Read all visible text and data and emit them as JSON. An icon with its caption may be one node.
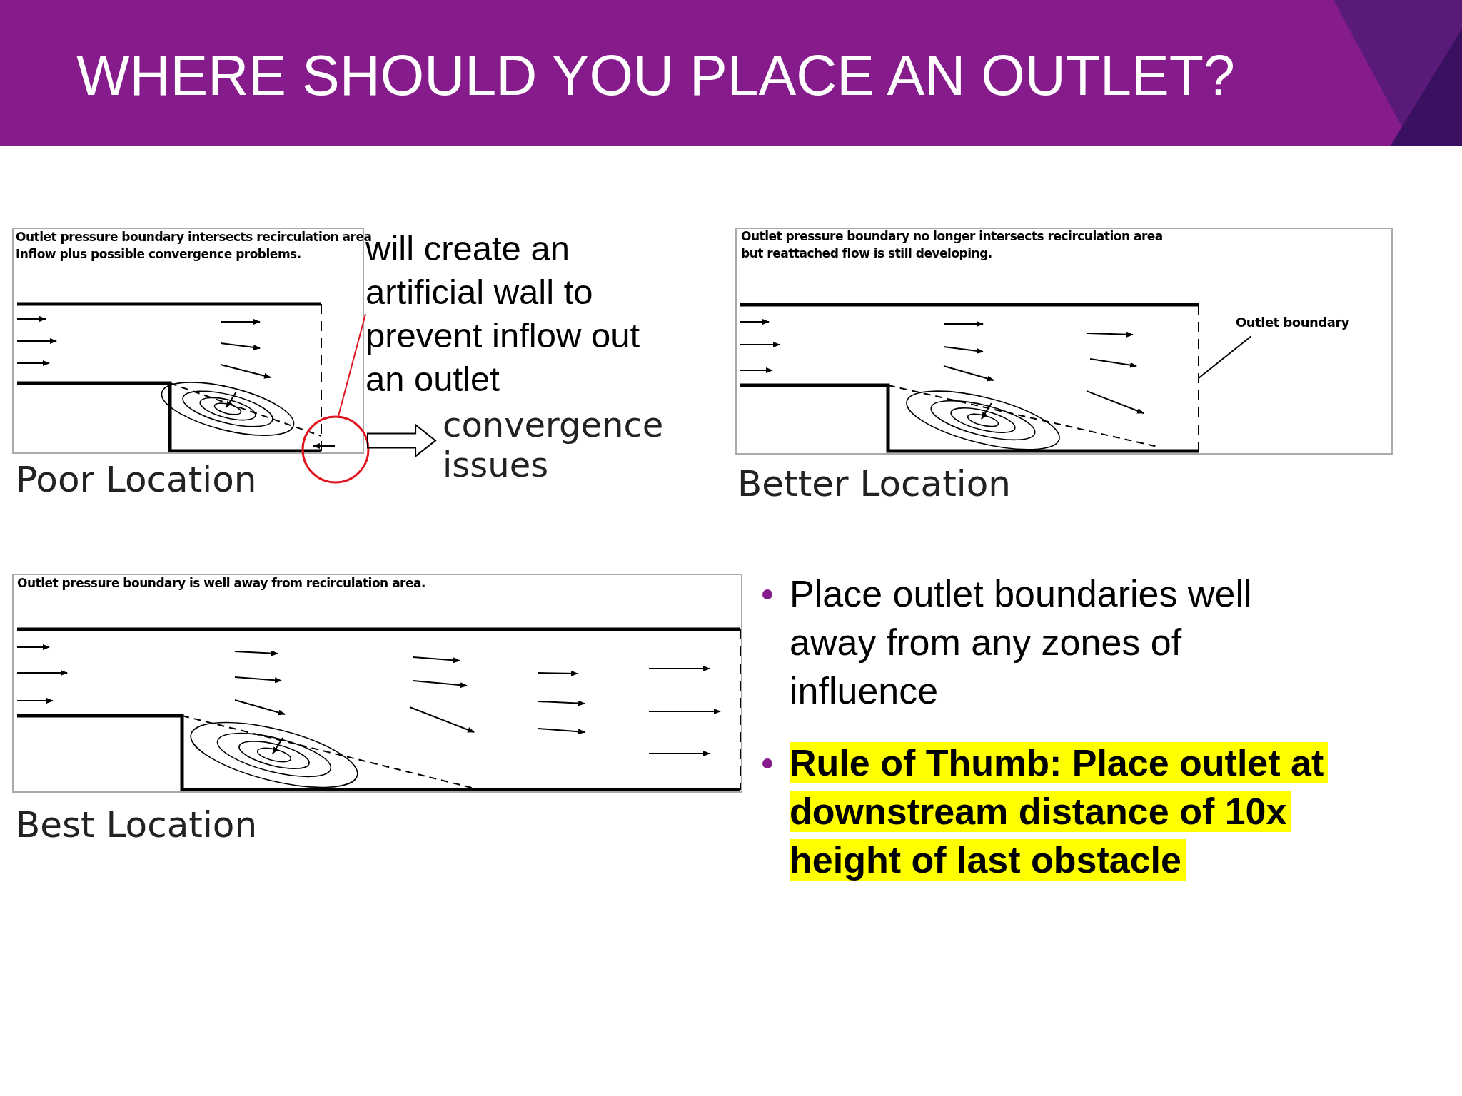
{
  "diagram": {
    "title": "WHERE SHOULD YOU PLACE AN OUTLET?",
    "nodes": [
      {
        "text": [
          "will create an artificial wall to prevent inflow out an outlet"
        ]
      },
      {
        "text": [],
        "shape": "circle"
      },
      {
        "text": [
          "convergence issues"
        ]
      },
      {
        "text": [
          "Outlet boundary"
        ]
      }
    ],
    "edges": [
      {
        "from": 0,
        "to": 1,
        "arrow": "none",
        "color": "#e0141e"
      },
      {
        "from": null,
        "to": 2,
        "arrow": "to",
        "color": "#000000"
      },
      {
        "from": 3,
        "to": null,
        "arrow": "none",
        "color": "#000000"
      }
    ],
    "labels": [
      "Outlet pressure boundary intersects recirculation area",
      "Inflow plus possible convergence problems.",
      "Poor Location",
      "Outlet pressure boundary no longer intersects recirculation area but reattached flow is still developing.",
      "Better Location",
      "Outlet pressure boundary is well away from recirculation area.",
      "Best Location",
      "Place outlet boundaries well away from any zones of influence",
      "Rule of Thumb: Place outlet at downstream distance of 10x height of last obstacle"
    ]
  }
}
